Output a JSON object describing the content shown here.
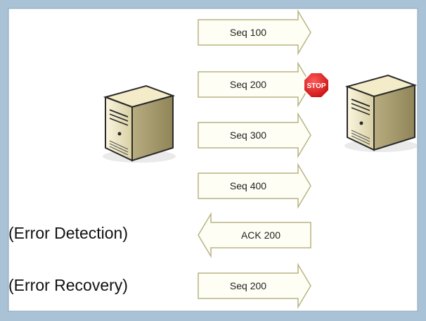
{
  "messages": [
    {
      "label": "Seq 100",
      "direction": "right"
    },
    {
      "label": "Seq 200",
      "direction": "right"
    },
    {
      "label": "Seq 300",
      "direction": "right"
    },
    {
      "label": "Seq 400",
      "direction": "right"
    },
    {
      "label": "ACK  200",
      "direction": "left"
    },
    {
      "label": "Seq 200",
      "direction": "right"
    }
  ],
  "stop_sign": {
    "text": "STOP",
    "color": "#e01a1a"
  },
  "annotations": {
    "error_detection": "(Error Detection)",
    "error_recovery": "(Error Recovery)"
  },
  "colors": {
    "frame_background": "#a9c2d5",
    "canvas": "#ffffff",
    "arrow_fill": "#fffef4",
    "arrow_stroke": "#b8b484",
    "server_body": "#ece3bf",
    "server_dark": "#2a2a2a"
  }
}
